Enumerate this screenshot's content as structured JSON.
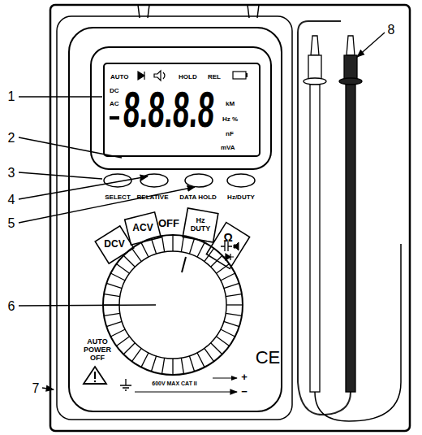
{
  "diagram": {
    "nodes": [
      {
        "text": [
          "AUTO",
          "HOLD",
          "REL",
          "DC",
          "AC",
          "8.8.8.8",
          "kM",
          "Hz %",
          "nF",
          "mVA"
        ]
      },
      {
        "text": [
          "DCV"
        ]
      },
      {
        "text": [
          "ACV"
        ]
      },
      {
        "text": [
          "Hz DUTY"
        ]
      },
      {
        "text": [
          "Ω"
        ]
      }
    ],
    "labels": [
      "1",
      "2",
      "3",
      "4",
      "5",
      "6",
      "7",
      "8",
      "SELECT",
      "RELATIVE",
      "DATA HOLD",
      "Hz/DUTY",
      "OFF",
      "AUTO POWER OFF",
      "CE",
      "600V MAX CAT II",
      "+",
      "−"
    ]
  }
}
